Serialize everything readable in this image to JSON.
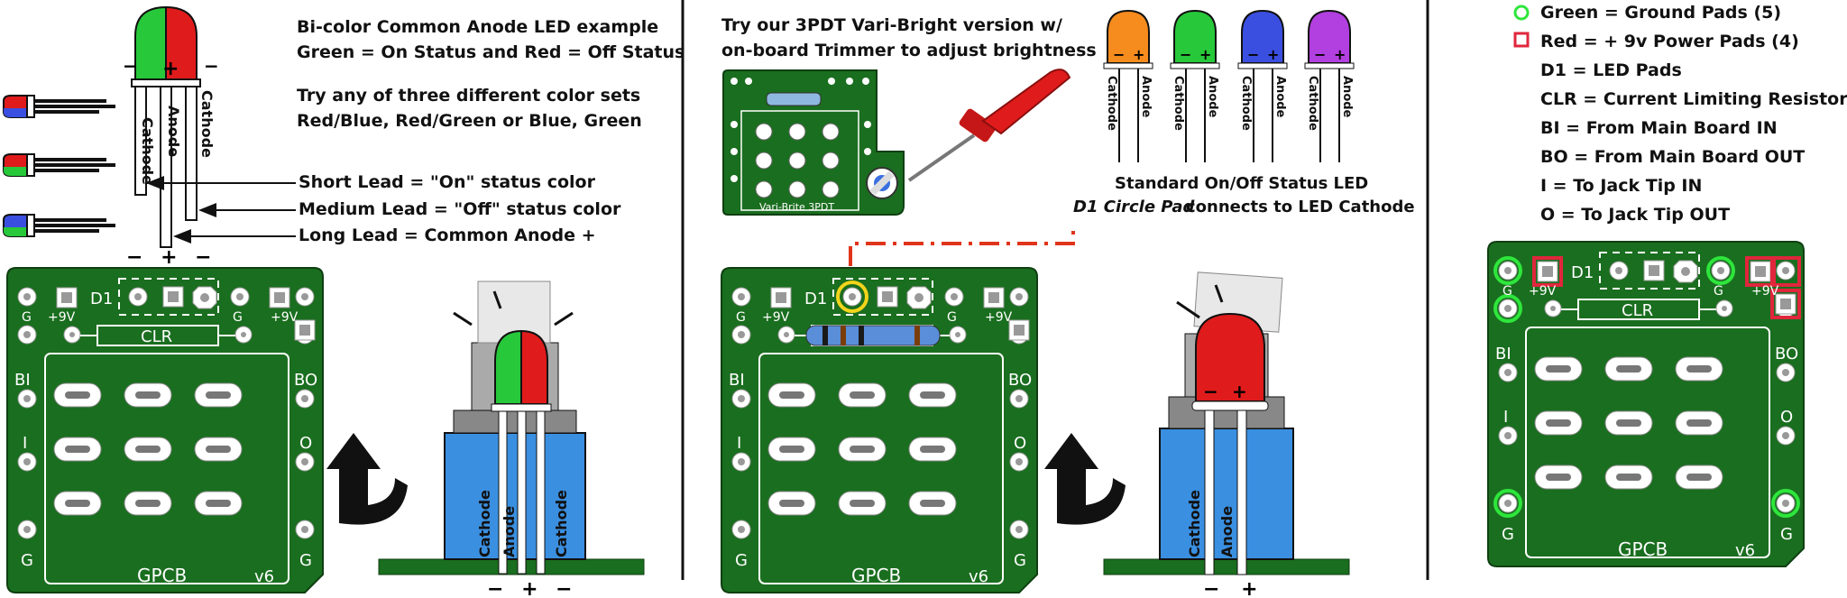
{
  "panel_left": {
    "title": "Bi-color Common Anode LED example",
    "line2": "Green = On Status and Red = Off Status",
    "try_line1": "Try any of three different color sets",
    "try_line2": "Red/Blue, Red/Green or Blue, Green",
    "short_lead": "Short Lead  = \"On\" status color",
    "medium_lead": "Medium Lead = \"Off\" status color",
    "long_lead": "Long Lead = Common Anode +",
    "led_minus": "−",
    "led_plus": "+",
    "lead_cathode": "Cathode",
    "lead_anode": "Anode",
    "lead_cathode2": "Cathode",
    "polarity_row": "− + −",
    "polarity_row_bottom": "− + −"
  },
  "panel_mid": {
    "title1": "Try our 3PDT Vari-Bright version w/",
    "title2": "on-board Trimmer to adjust brightness",
    "vari_label": "Vari-Brite 3PDT",
    "status_title": "Standard On/Off Status LED",
    "circle_pad_em": "D1 Circle Pad",
    "circle_pad_rest": "connects to LED Cathode",
    "led_labels": [
      "Cathode",
      "Anode"
    ],
    "led_pm": [
      "−",
      "+"
    ],
    "polarity_bottom": "− +"
  },
  "legend": {
    "green": "Green = Ground Pads (5)",
    "red": "Red = + 9v Power Pads (4)",
    "d1": "D1 = LED Pads",
    "clr": "CLR = Current Limiting Resistor",
    "bi": "BI = From Main Board IN",
    "bo": "BO = From Main Board OUT",
    "i": "I = To Jack Tip IN",
    "o": "O = To Jack Tip OUT"
  },
  "pcb": {
    "d1": "D1",
    "g": "G",
    "plus9v": "+9V",
    "clr": "CLR",
    "bi": "BI",
    "bo": "BO",
    "i": "I",
    "o": "O",
    "name": "GPCB",
    "version": "v6"
  },
  "colors": {
    "pcb_green": "#1a6e1f",
    "led_green": "#27c83a",
    "led_red": "#e01b1b",
    "led_orange": "#f68c1e",
    "led_blue": "#3a4fe0",
    "led_purple": "#b23fe0",
    "ground_ring": "#2ee63c",
    "power_box": "#e0263c",
    "switch_blue": "#3a8fe0",
    "dash_red": "#e0341b"
  }
}
